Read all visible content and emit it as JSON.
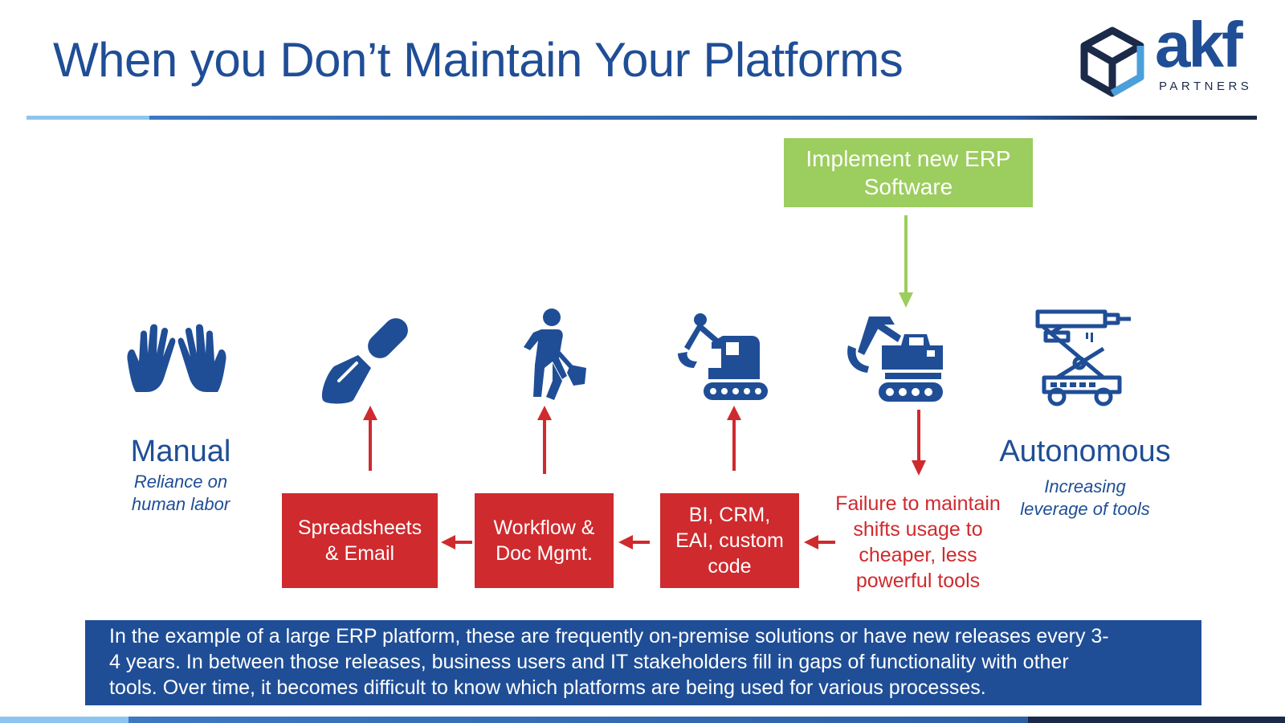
{
  "title": "When you Don’t Maintain Your Platforms",
  "logo": {
    "word": "akf",
    "sub": "PARTNERS"
  },
  "colors": {
    "blue": "#1f4e96",
    "red": "#cf2a2e",
    "green": "#9ccd5f"
  },
  "top_box": {
    "line1": "Implement new ERP",
    "line2": "Software"
  },
  "icons": [
    "hands-icon",
    "trowel-icon",
    "shovel-worker-icon",
    "small-excavator-icon",
    "large-excavator-icon",
    "robotic-arm-icon"
  ],
  "manual": {
    "title": "Manual",
    "line1": "Reliance on",
    "line2": "human labor"
  },
  "autonomous": {
    "title": "Autonomous",
    "line1": "Increasing",
    "line2": "leverage of tools"
  },
  "boxes": [
    {
      "line1": "Spreadsheets",
      "line2": "& Email"
    },
    {
      "line1": "Workflow &",
      "line2": "Doc Mgmt."
    },
    {
      "line1": "BI, CRM,",
      "line2": "EAI, custom",
      "line3": "code"
    }
  ],
  "failure": {
    "line1": "Failure to maintain",
    "line2": "shifts usage to",
    "line3": "cheaper, less",
    "line4": "powerful tools"
  },
  "footer": {
    "line1": "In the example of a large ERP platform, these are frequently on-premise solutions or have new releases every 3-",
    "line2": "4 years.  In between those releases, business users and IT stakeholders fill in gaps of functionality with other",
    "line3": "tools.  Over time, it becomes difficult to know which platforms are being used for various processes."
  }
}
